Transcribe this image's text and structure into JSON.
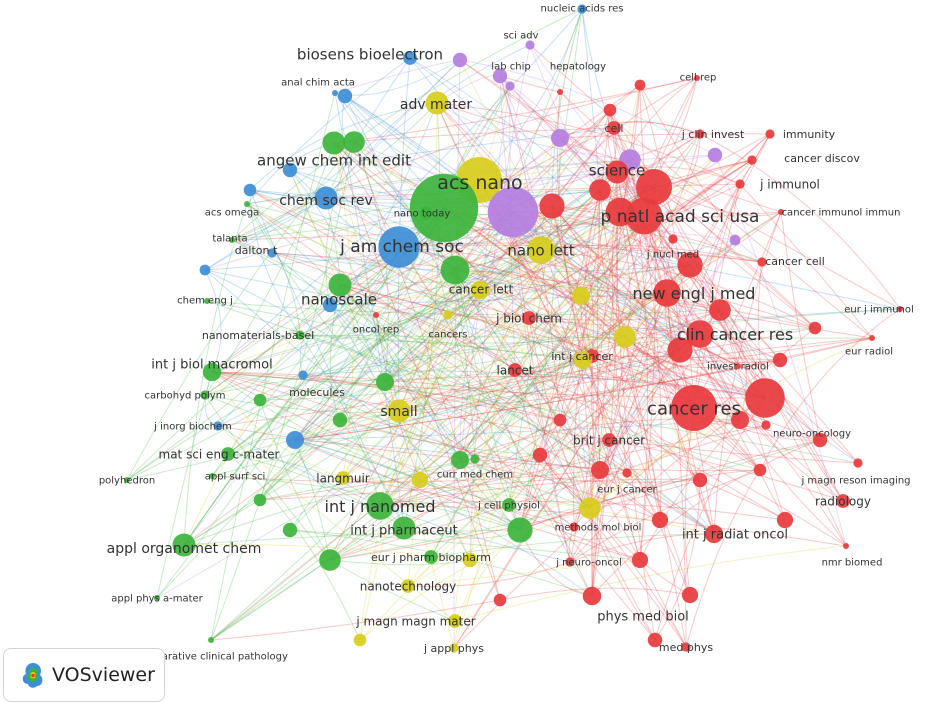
{
  "app": {
    "brand": "VOSviewer",
    "logo_icon": "vosviewer-logo-icon"
  },
  "colors": {
    "cluster_1": "#e8393d",
    "cluster_2": "#3cb43c",
    "cluster_3": "#3d8ed6",
    "cluster_4": "#d7cd1c",
    "cluster_5": "#b47ee0"
  },
  "network": {
    "nodes": [
      {
        "label": "nucleic acids res",
        "cluster": 3,
        "weight": 2
      },
      {
        "label": "sci adv",
        "cluster": 5,
        "weight": 2
      },
      {
        "label": "biosens bioelectron",
        "cluster": 3,
        "weight": 3
      },
      {
        "label": "lab chip",
        "cluster": 5,
        "weight": 2
      },
      {
        "label": "hepatology",
        "cluster": 1,
        "weight": 1
      },
      {
        "label": "anal chim acta",
        "cluster": 3,
        "weight": 1
      },
      {
        "label": "cell rep",
        "cluster": 1,
        "weight": 1
      },
      {
        "label": "adv mater",
        "cluster": 4,
        "weight": 5
      },
      {
        "label": "cell",
        "cluster": 1,
        "weight": 3
      },
      {
        "label": "immunity",
        "cluster": 1,
        "weight": 2
      },
      {
        "label": "j clin invest",
        "cluster": 1,
        "weight": 2
      },
      {
        "label": "angew chem int edit",
        "cluster": 2,
        "weight": 5
      },
      {
        "label": "cancer discov",
        "cluster": 1,
        "weight": 2
      },
      {
        "label": "science",
        "cluster": 1,
        "weight": 5
      },
      {
        "label": "acs nano",
        "cluster": 4,
        "weight": 10
      },
      {
        "label": "j immunol",
        "cluster": 1,
        "weight": 2
      },
      {
        "label": "chem soc rev",
        "cluster": 3,
        "weight": 5
      },
      {
        "label": "acs omega",
        "cluster": 2,
        "weight": 1
      },
      {
        "label": "nano today",
        "cluster": 2,
        "weight": 3
      },
      {
        "label": "p natl acad sci usa",
        "cluster": 1,
        "weight": 8
      },
      {
        "label": "cancer immunol immun",
        "cluster": 1,
        "weight": 1
      },
      {
        "label": "talanta",
        "cluster": 2,
        "weight": 1
      },
      {
        "label": "j am chem soc",
        "cluster": 3,
        "weight": 9
      },
      {
        "label": "nano lett",
        "cluster": 4,
        "weight": 6
      },
      {
        "label": "j nucl med",
        "cluster": 1,
        "weight": 2
      },
      {
        "label": "cancer cell",
        "cluster": 1,
        "weight": 2
      },
      {
        "label": "dalton t",
        "cluster": 3,
        "weight": 2
      },
      {
        "label": "chem eng j",
        "cluster": 2,
        "weight": 1
      },
      {
        "label": "nanoscale",
        "cluster": 2,
        "weight": 5
      },
      {
        "label": "cancer lett",
        "cluster": 4,
        "weight": 4
      },
      {
        "label": "new engl j med",
        "cluster": 1,
        "weight": 6
      },
      {
        "label": "eur j immunol",
        "cluster": 1,
        "weight": 1
      },
      {
        "label": "j biol chem",
        "cluster": 1,
        "weight": 3
      },
      {
        "label": "nanomaterials-basel",
        "cluster": 2,
        "weight": 2
      },
      {
        "label": "oncol rep",
        "cluster": 1,
        "weight": 1
      },
      {
        "label": "cancers",
        "cluster": 4,
        "weight": 2
      },
      {
        "label": "clin cancer res",
        "cluster": 1,
        "weight": 6
      },
      {
        "label": "eur radiol",
        "cluster": 1,
        "weight": 1
      },
      {
        "label": "int j biol macromol",
        "cluster": 2,
        "weight": 4
      },
      {
        "label": "int j cancer",
        "cluster": 1,
        "weight": 3
      },
      {
        "label": "invest radiol",
        "cluster": 1,
        "weight": 1
      },
      {
        "label": "lancet",
        "cluster": 1,
        "weight": 3
      },
      {
        "label": "carbohyd polym",
        "cluster": 2,
        "weight": 2
      },
      {
        "label": "molecules",
        "cluster": 3,
        "weight": 2
      },
      {
        "label": "cancer res",
        "cluster": 1,
        "weight": 10
      },
      {
        "label": "small",
        "cluster": 4,
        "weight": 5
      },
      {
        "label": "j inorg biochem",
        "cluster": 3,
        "weight": 2
      },
      {
        "label": "neuro-oncology",
        "cluster": 1,
        "weight": 2
      },
      {
        "label": "brit j cancer",
        "cluster": 1,
        "weight": 3
      },
      {
        "label": "mat sci eng c-mater",
        "cluster": 2,
        "weight": 3
      },
      {
        "label": "curr med chem",
        "cluster": 2,
        "weight": 2
      },
      {
        "label": "polyhedron",
        "cluster": 2,
        "weight": 1
      },
      {
        "label": "appl surf sci",
        "cluster": 2,
        "weight": 1
      },
      {
        "label": "langmuir",
        "cluster": 4,
        "weight": 3
      },
      {
        "label": "eur j cancer",
        "cluster": 1,
        "weight": 2
      },
      {
        "label": "j magn reson imaging",
        "cluster": 1,
        "weight": 2
      },
      {
        "label": "int j nanomed",
        "cluster": 2,
        "weight": 6
      },
      {
        "label": "j cell physiol",
        "cluster": 2,
        "weight": 3
      },
      {
        "label": "radiology",
        "cluster": 1,
        "weight": 3
      },
      {
        "label": "int j pharmaceut",
        "cluster": 2,
        "weight": 5
      },
      {
        "label": "methods mol biol",
        "cluster": 1,
        "weight": 2
      },
      {
        "label": "int j radiat oncol",
        "cluster": 1,
        "weight": 4
      },
      {
        "label": "appl organomet chem",
        "cluster": 2,
        "weight": 5
      },
      {
        "label": "eur j pharm biopharm",
        "cluster": 2,
        "weight": 3
      },
      {
        "label": "j neuro-oncol",
        "cluster": 1,
        "weight": 2
      },
      {
        "label": "nmr biomed",
        "cluster": 1,
        "weight": 1
      },
      {
        "label": "nanotechnology",
        "cluster": 4,
        "weight": 3
      },
      {
        "label": "appl phys a-mater",
        "cluster": 2,
        "weight": 1
      },
      {
        "label": "phys med biol",
        "cluster": 1,
        "weight": 4
      },
      {
        "label": "j magn magn mater",
        "cluster": 4,
        "weight": 3
      },
      {
        "label": "med phys",
        "cluster": 1,
        "weight": 2
      },
      {
        "label": "j appl phys",
        "cluster": 4,
        "weight": 2
      },
      {
        "label": "comparative clinical pathology",
        "cluster": 2,
        "weight": 1
      }
    ]
  }
}
